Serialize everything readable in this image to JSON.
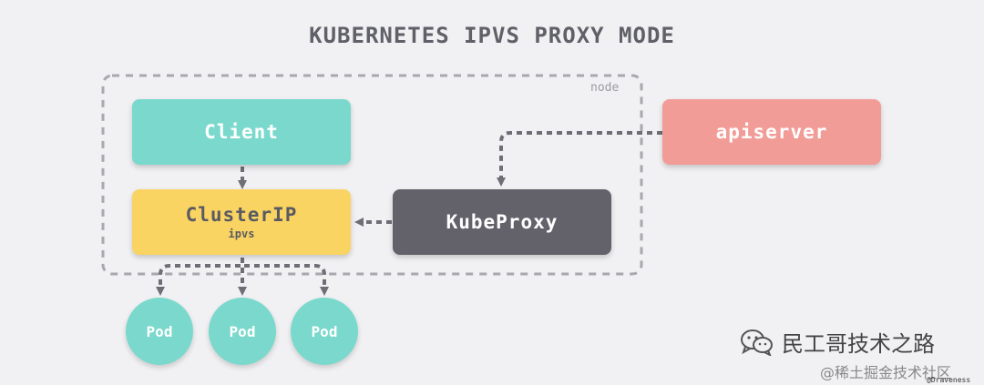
{
  "title": "KUBERNETES IPVS PROXY MODE",
  "node_label": "node",
  "boxes": {
    "client": "Client",
    "clusterip": "ClusterIP",
    "clusterip_sub": "ipvs",
    "kubeproxy": "KubeProxy",
    "apiserver": "apiserver"
  },
  "pods": [
    "Pod",
    "Pod",
    "Pod"
  ],
  "colors": {
    "background": "#f1f1f3",
    "client": "#7ad9cc",
    "clusterip": "#f9d462",
    "kubeproxy": "#63626b",
    "apiserver": "#f29c97",
    "pod": "#7ad9cc",
    "arrow": "#6e6e76",
    "node_border": "#a8a8ae"
  },
  "watermark": {
    "icon": "wechat-icon",
    "text": "民工哥技术之路",
    "author": "@Draveness",
    "platform": "@稀土掘金技术社区"
  }
}
